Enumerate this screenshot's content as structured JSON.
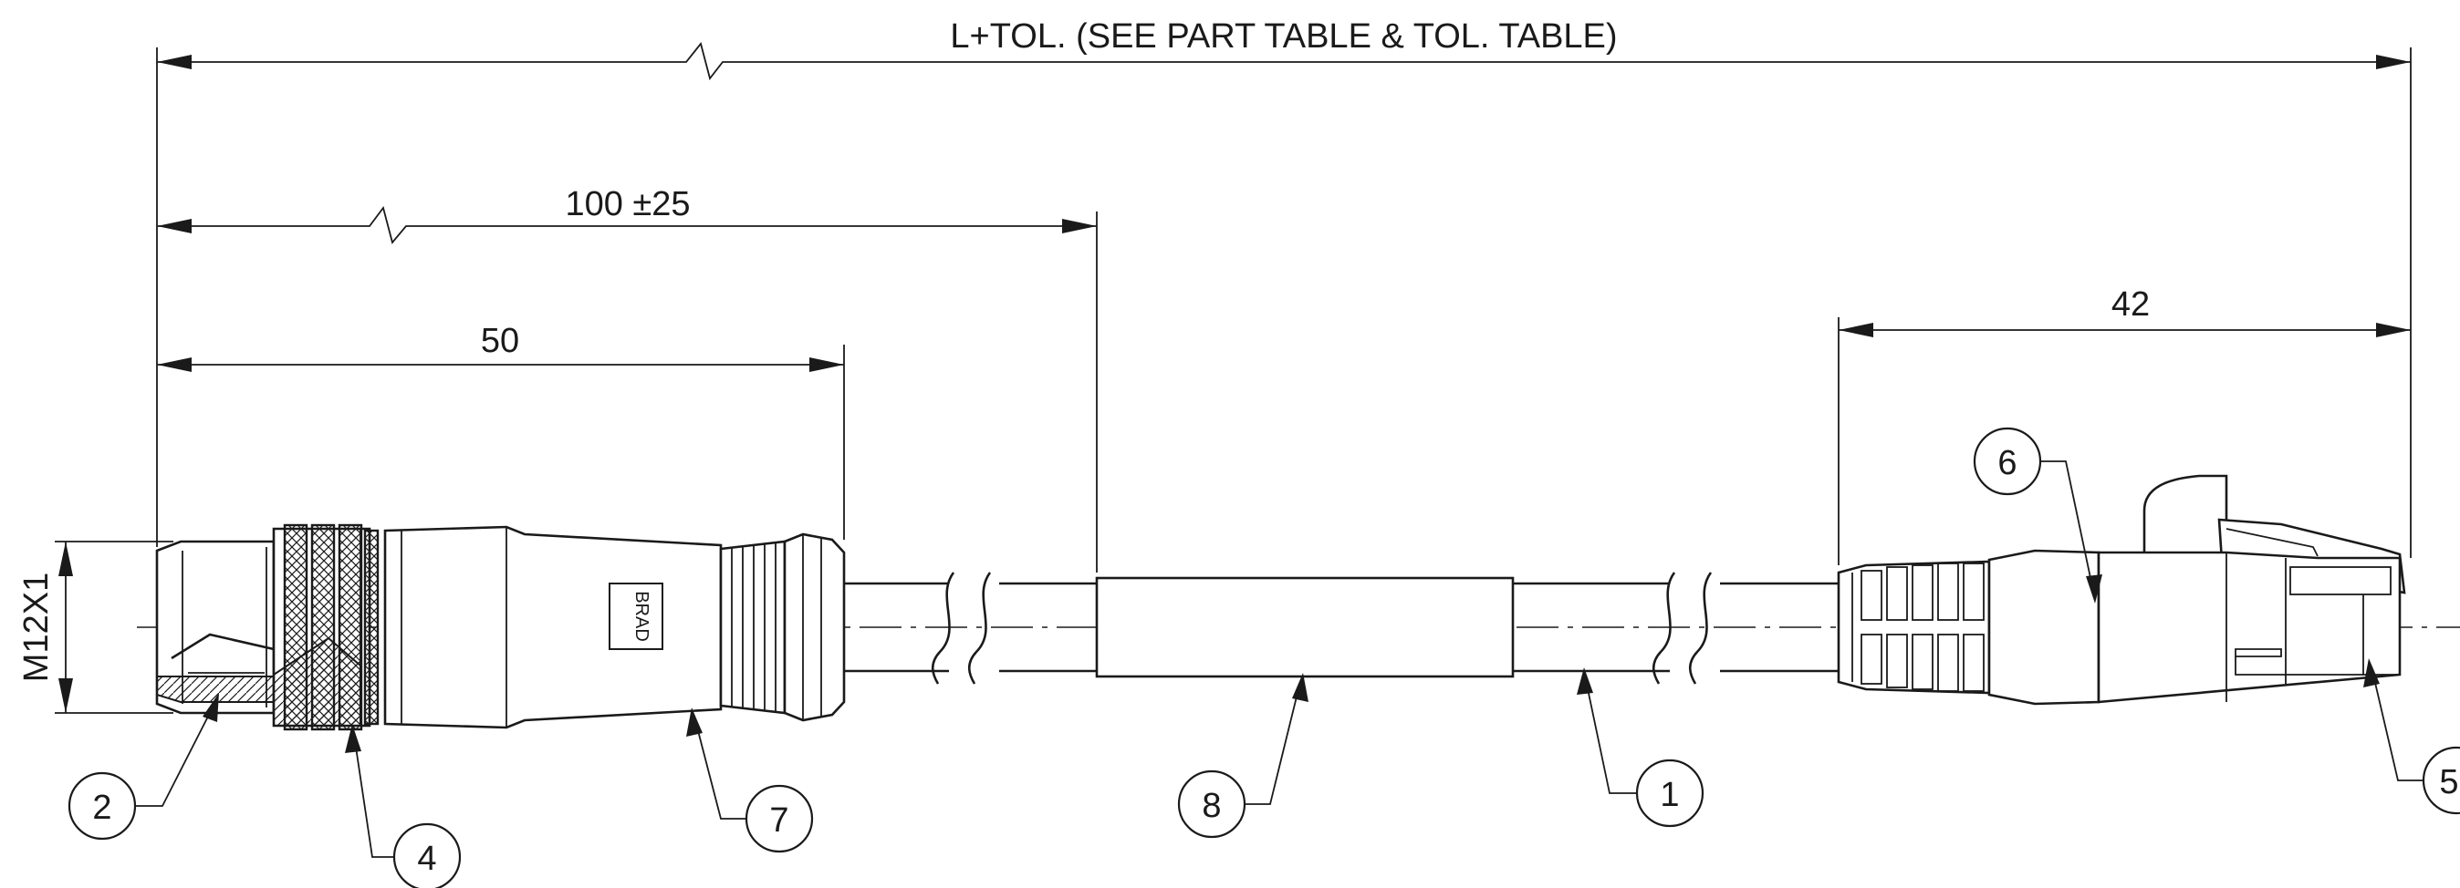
{
  "dimensions": {
    "overall": "L+TOL. (SEE PART TABLE & TOL. TABLE)",
    "sleeve": "100 ±25",
    "connector": "50",
    "plug": "42",
    "thread": "M12X1"
  },
  "balloons": {
    "b1": "1",
    "b2": "2",
    "b4": "4",
    "b5": "5",
    "b6": "6",
    "b7": "7",
    "b8": "8"
  },
  "logo_text": "BRAD"
}
